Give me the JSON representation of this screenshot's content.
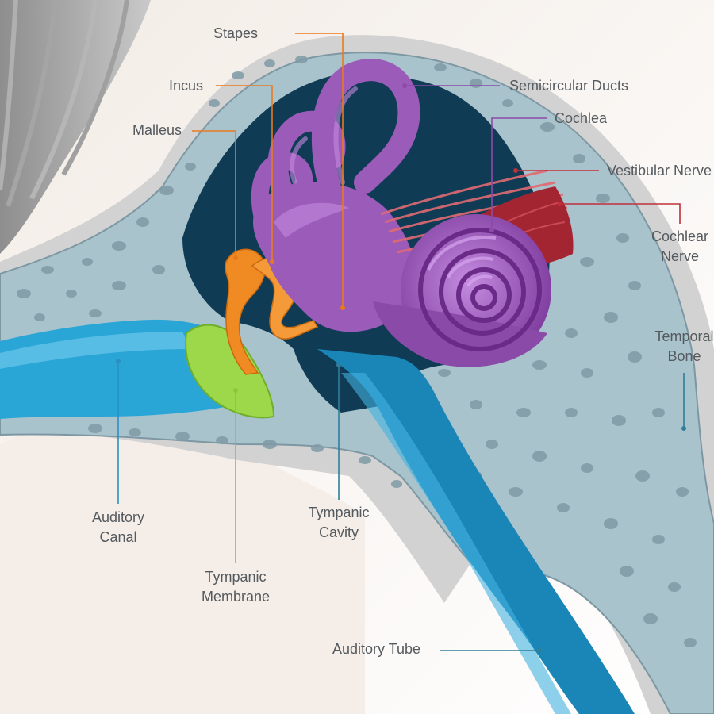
{
  "labels": {
    "stapes": "Stapes",
    "incus": "Incus",
    "malleus": "Malleus",
    "semicircular_ducts": "Semicircular Ducts",
    "cochlea": "Cochlea",
    "vestibular_nerve": "Vestibular Nerve",
    "cochlear_nerve": [
      "Cochlear",
      "Nerve"
    ],
    "temporal_bone": [
      "Temporal",
      "Bone"
    ],
    "auditory_canal": [
      "Auditory",
      "Canal"
    ],
    "tympanic_cavity": [
      "Tympanic",
      "Cavity"
    ],
    "tympanic_membrane": [
      "Tympanic",
      "Membrane"
    ],
    "auditory_tube": "Auditory Tube"
  },
  "colors": {
    "bone": "#a9c3cd",
    "bone_pore": "#7f9ba6",
    "canal_blue": "#2aa6d6",
    "cavity_dark": "#0f3b55",
    "labyrinth_purple": "#9b5bb8",
    "ossicle_orange": "#f08a22",
    "membrane_green": "#9cd84a",
    "nerve_red": "#c5303b",
    "skin_shadow": "#cfcfcf",
    "hair_gray": "#9c9c9c",
    "leader_orange": "#e87a1e",
    "leader_purple": "#8e4aa8",
    "leader_red": "#c0303a",
    "leader_blue": "#2a8fc2",
    "leader_green": "#86c83a",
    "leader_teal": "#2f7e9a"
  }
}
